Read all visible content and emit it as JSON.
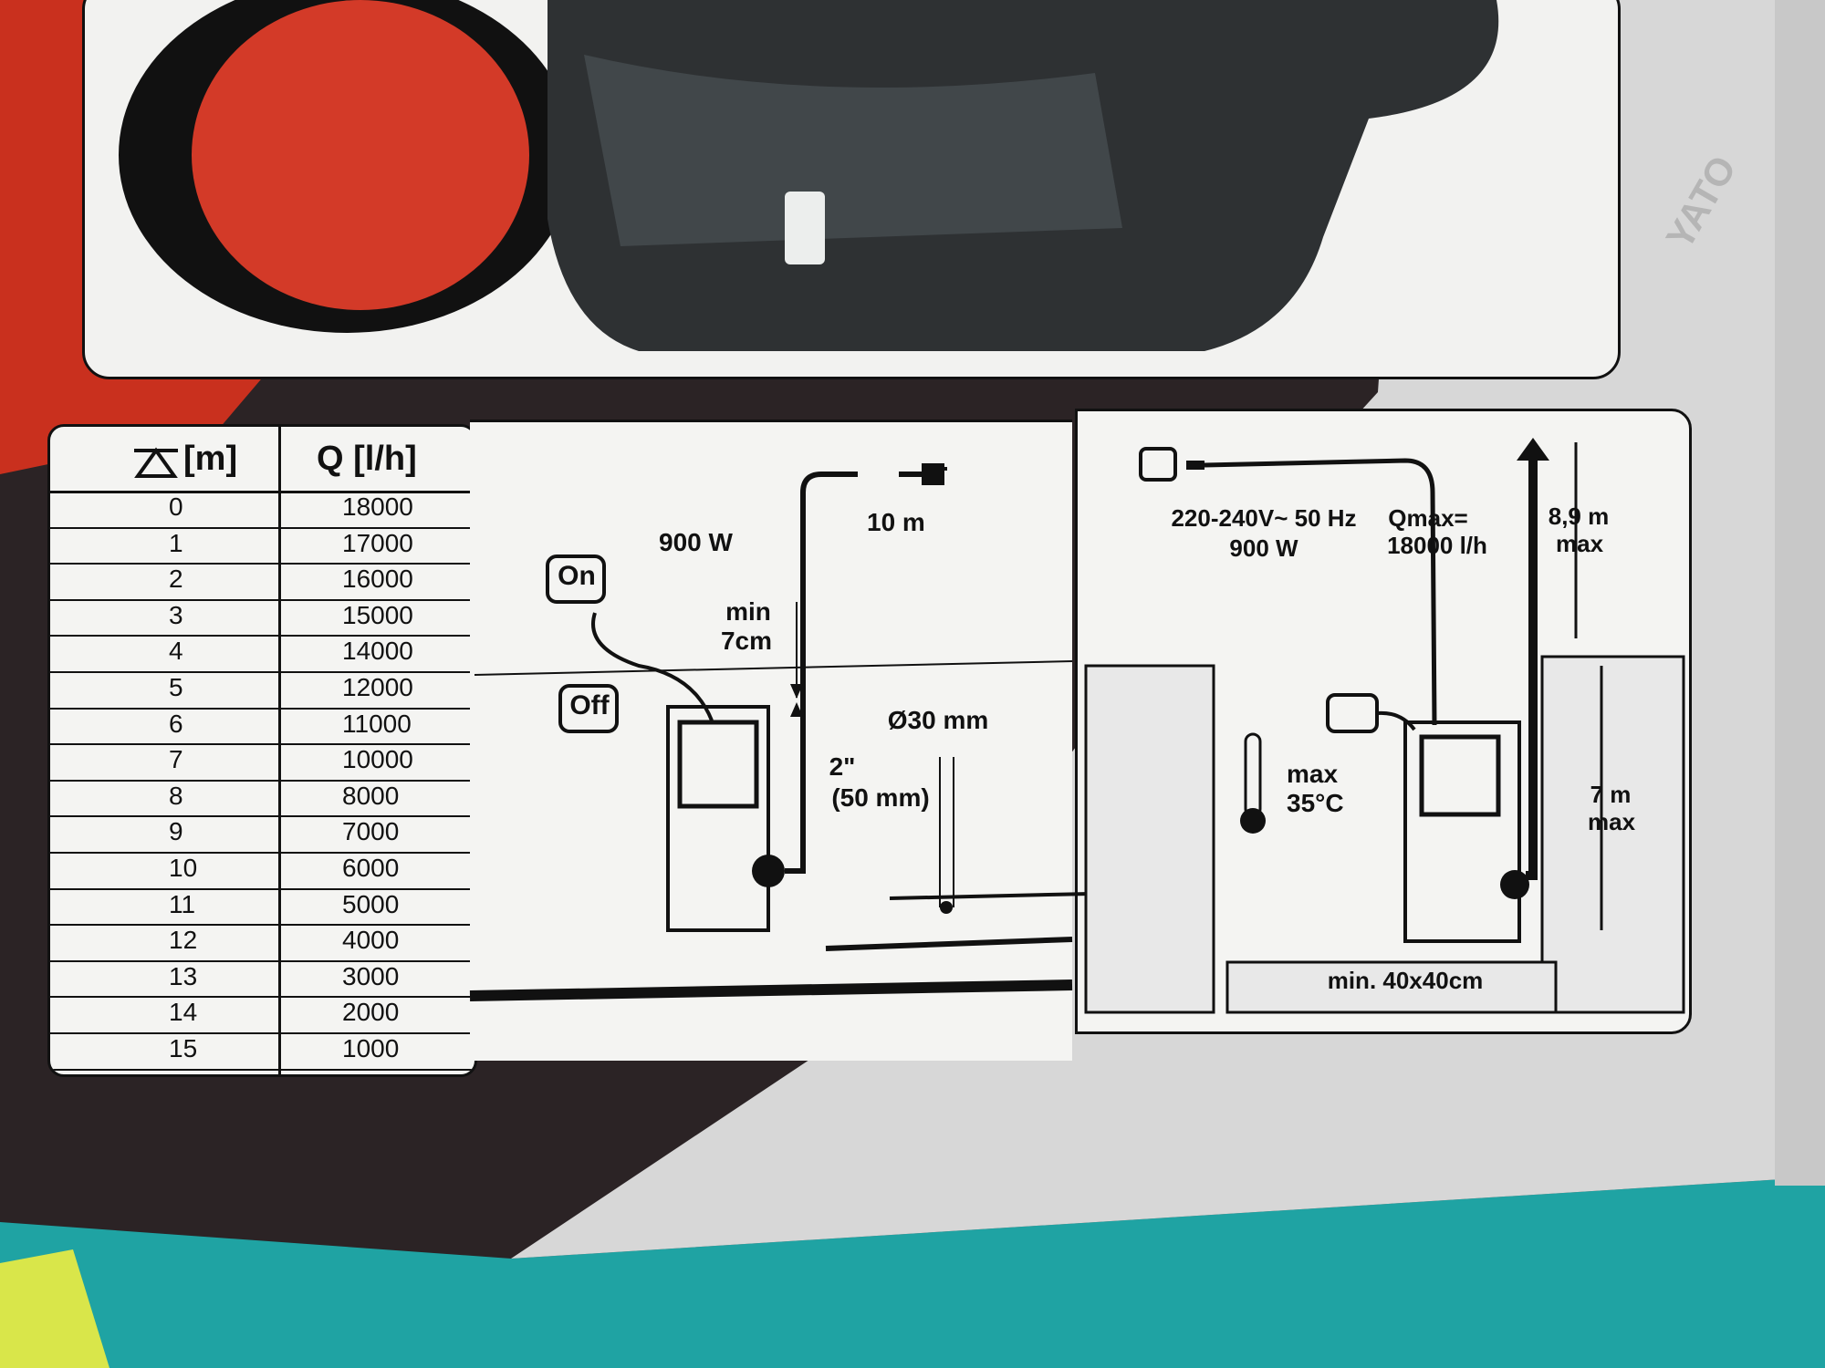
{
  "table": {
    "head_col1": "[m]",
    "head_col2": "Q [l/h]",
    "rows": [
      {
        "m": "0",
        "q": "18000"
      },
      {
        "m": "1",
        "q": "17000"
      },
      {
        "m": "2",
        "q": "16000"
      },
      {
        "m": "3",
        "q": "15000"
      },
      {
        "m": "4",
        "q": "14000"
      },
      {
        "m": "5",
        "q": "12000"
      },
      {
        "m": "6",
        "q": "11000"
      },
      {
        "m": "7",
        "q": "10000"
      },
      {
        "m": "8",
        "q": "8000"
      },
      {
        "m": "9",
        "q": "7000"
      },
      {
        "m": "10",
        "q": "6000"
      },
      {
        "m": "11",
        "q": "5000"
      },
      {
        "m": "12",
        "q": "4000"
      },
      {
        "m": "13",
        "q": "3000"
      },
      {
        "m": "14",
        "q": "2000"
      },
      {
        "m": "15",
        "q": "1000"
      }
    ]
  },
  "diagram1": {
    "power": "900 W",
    "cable": "10 m",
    "on": "On",
    "off": "Off",
    "min_level_1": "min",
    "min_level_2": "7cm",
    "hose_1": "2\"",
    "hose_2": "(50 mm)",
    "particle": "Ø30 mm"
  },
  "diagram2": {
    "voltage": "220-240V~ 50 Hz",
    "power": "900 W",
    "qmax_1": "Qmax=",
    "qmax_2": "18000 l/h",
    "head_1": "8,9 m",
    "head_2": "max",
    "depth_1": "7 m",
    "depth_2": "max",
    "temp_1": "max",
    "temp_2": "35°C",
    "pit": "min. 40x40cm"
  },
  "brand": "YATO",
  "colors": {
    "red": "#d2331f",
    "teal": "#1fa3a3",
    "box": "#f2f2f0",
    "dark": "#2b2325"
  }
}
